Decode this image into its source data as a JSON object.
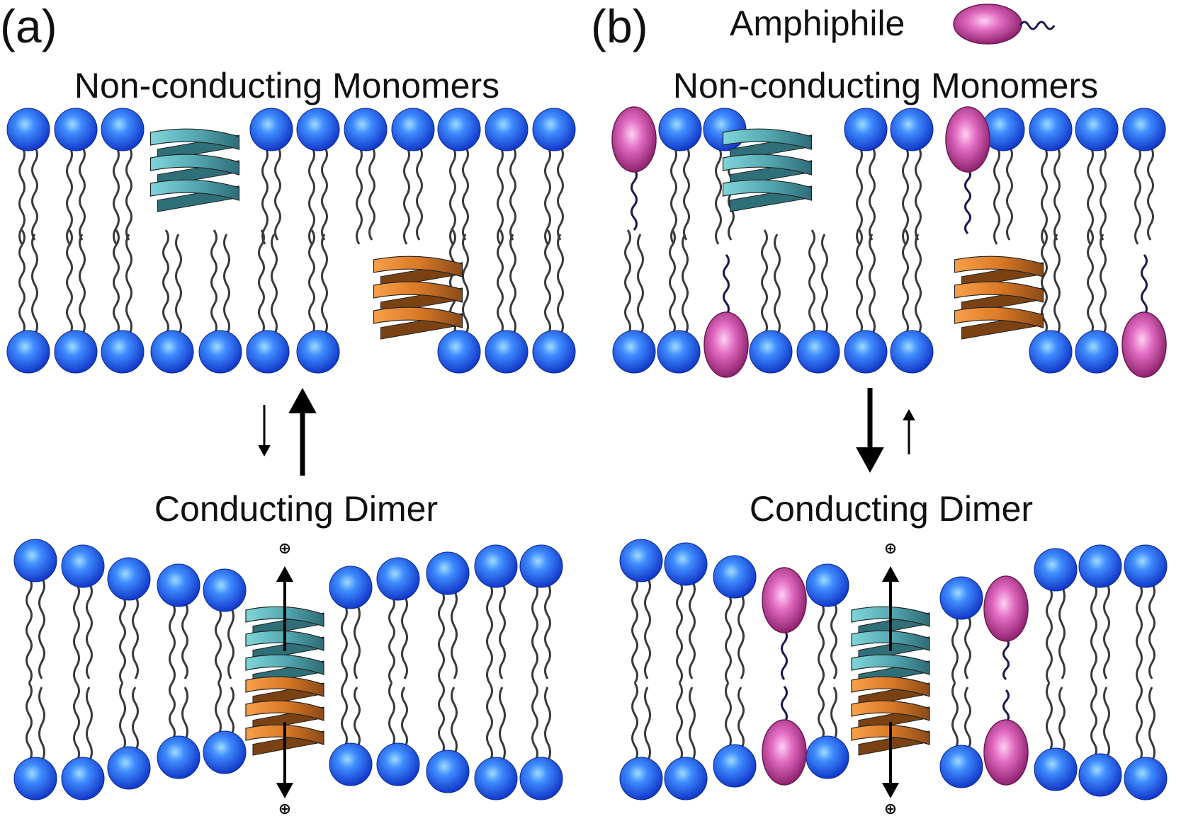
{
  "panels": [
    {
      "label": "(a)",
      "top_title": "Non-conducting Monomers",
      "bottom_title": "Conducting Dimer",
      "equilibrium": "dimer-to-monomer favored"
    },
    {
      "label": "(b)",
      "top_title": "Non-conducting Monomers",
      "bottom_title": "Conducting Dimer",
      "equilibrium": "monomer-to-dimer favored"
    }
  ],
  "legend": {
    "label": "Amphiphile"
  },
  "charge_symbol": "⊕",
  "colors": {
    "lipid_head": "#1f5de8",
    "lipid_tail": "#3a3a3a",
    "amphiphile": "#c2419c",
    "amphiphile_tail": "#1c1850",
    "helix_teal": "#5fb4bb",
    "helix_orange": "#e07e2a",
    "arrow": "#000000"
  }
}
